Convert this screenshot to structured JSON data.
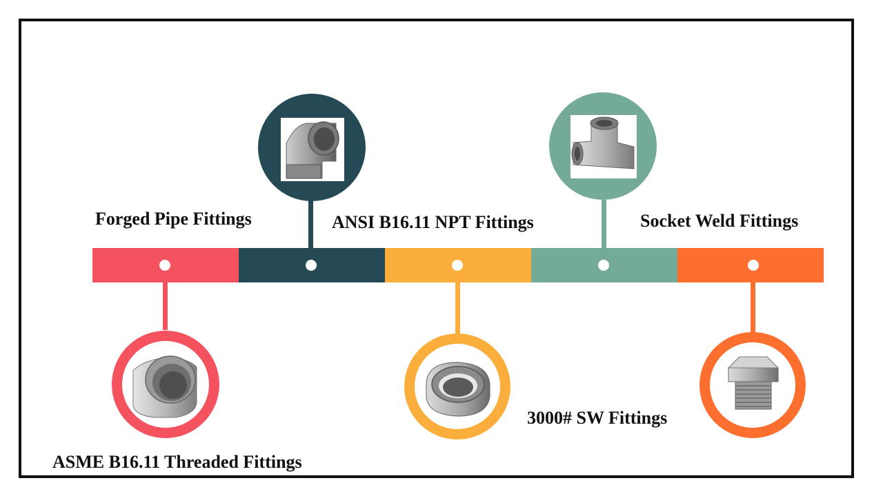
{
  "colors": {
    "red": "#f5525f",
    "teal_dark": "#254a55",
    "yellow": "#fbae3c",
    "sage": "#73ab96",
    "orange": "#fc6f2f",
    "frame": "#111111"
  },
  "timeline": {
    "segments": [
      {
        "color_key": "red"
      },
      {
        "color_key": "teal_dark"
      },
      {
        "color_key": "yellow"
      },
      {
        "color_key": "sage"
      },
      {
        "color_key": "orange"
      }
    ]
  },
  "items": [
    {
      "label": "ASME B16.11 Threaded Fittings",
      "icon": "pipe-cap-icon",
      "color": "#f5525f"
    },
    {
      "label": "Forged Pipe Fittings",
      "icon": "elbow-fitting-icon",
      "color": "#254a55"
    },
    {
      "label": "ANSI B16.11 NPT Fittings",
      "icon": "coupling-fitting-icon",
      "color": "#fbae3c"
    },
    {
      "label": "Socket Weld Fittings",
      "icon": "tee-fitting-icon",
      "color": "#73ab96"
    },
    {
      "label": "3000# SW Fittings",
      "icon": "hex-plug-icon",
      "color": "#fc6f2f"
    }
  ]
}
